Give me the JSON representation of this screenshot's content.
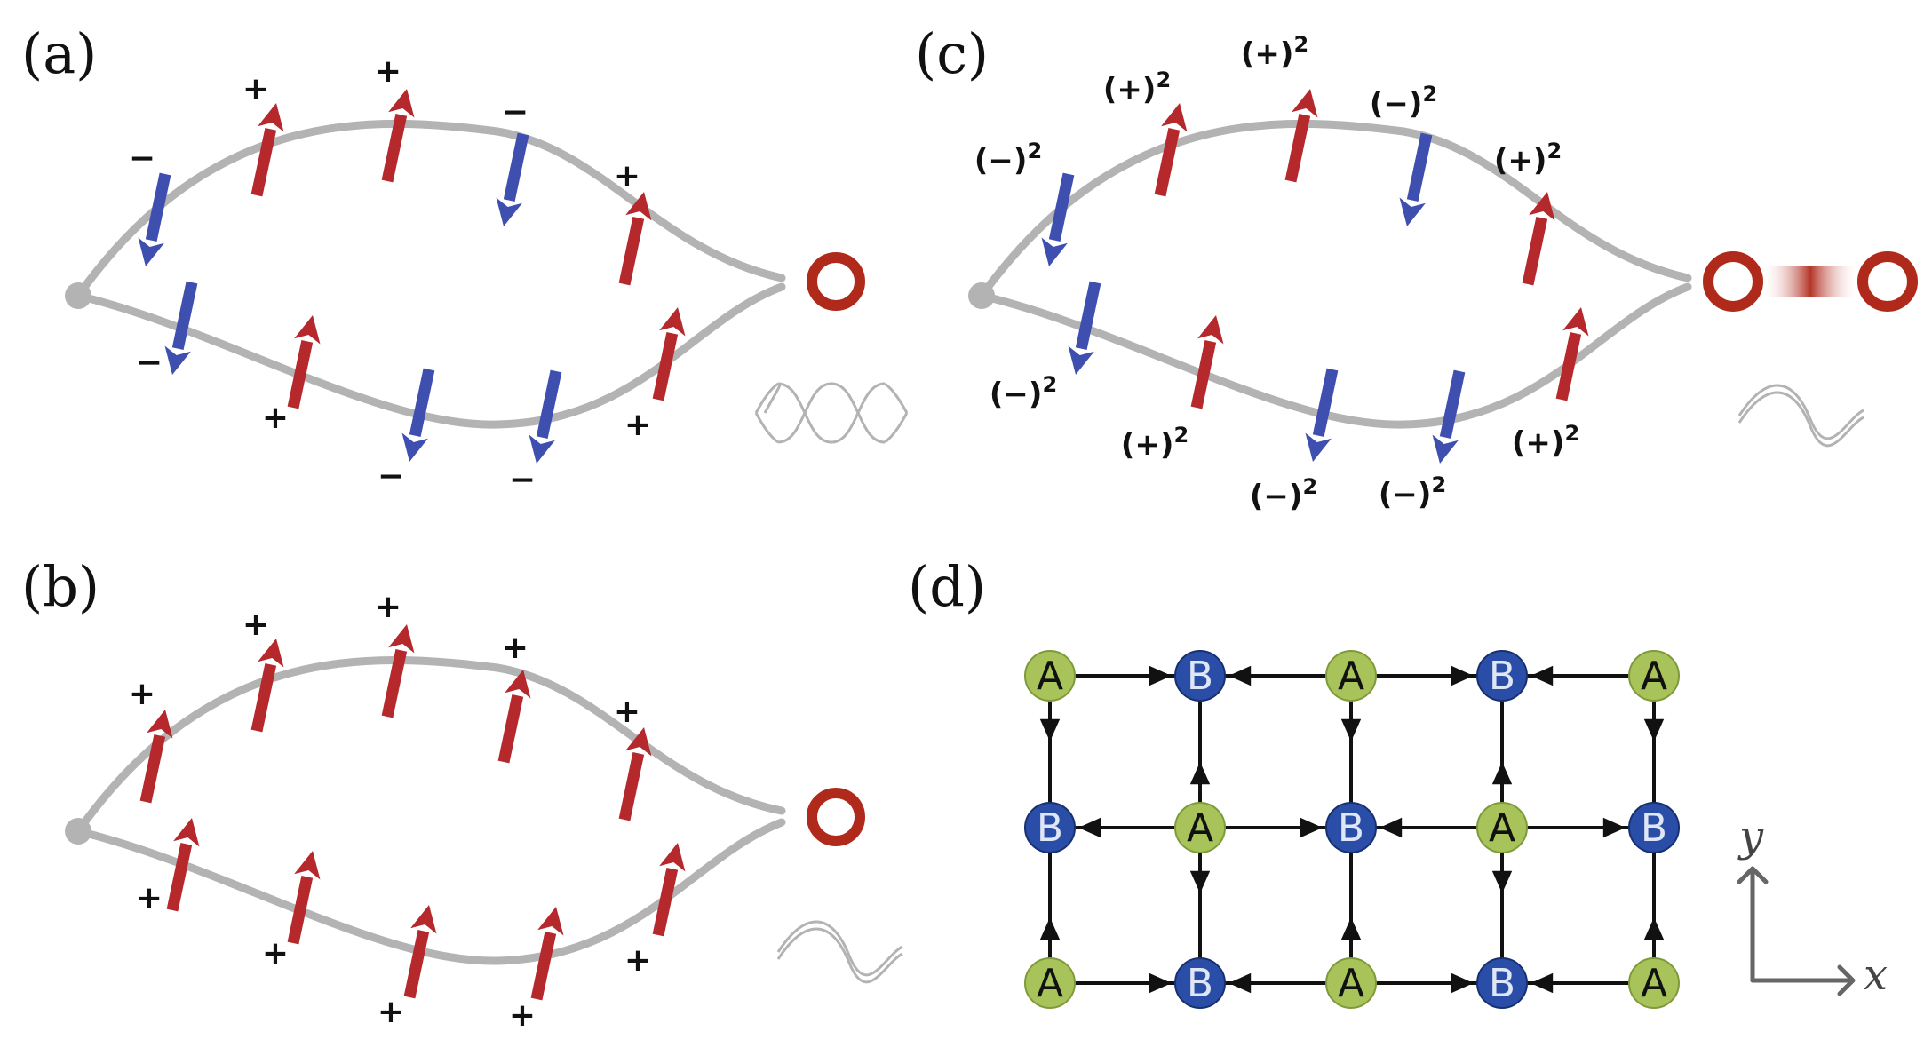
{
  "panels": {
    "a": {
      "label": "(a)",
      "upper_path": [
        {
          "sign": "−",
          "spin": "down"
        },
        {
          "sign": "+",
          "spin": "up"
        },
        {
          "sign": "+",
          "spin": "up"
        },
        {
          "sign": "−",
          "spin": "down"
        },
        {
          "sign": "+",
          "spin": "up"
        }
      ],
      "lower_path": [
        {
          "sign": "−",
          "spin": "down"
        },
        {
          "sign": "+",
          "spin": "up"
        },
        {
          "sign": "−",
          "spin": "down"
        },
        {
          "sign": "−",
          "spin": "down"
        },
        {
          "sign": "+",
          "spin": "up"
        }
      ],
      "wave_icon": "cancelling-waves-icon"
    },
    "b": {
      "label": "(b)",
      "upper_path": [
        {
          "sign": "+",
          "spin": "up"
        },
        {
          "sign": "+",
          "spin": "up"
        },
        {
          "sign": "+",
          "spin": "up"
        },
        {
          "sign": "+",
          "spin": "up"
        },
        {
          "sign": "+",
          "spin": "up"
        }
      ],
      "lower_path": [
        {
          "sign": "+",
          "spin": "up"
        },
        {
          "sign": "+",
          "spin": "up"
        },
        {
          "sign": "+",
          "spin": "up"
        },
        {
          "sign": "+",
          "spin": "up"
        },
        {
          "sign": "+",
          "spin": "up"
        }
      ],
      "wave_icon": "in-phase-waves-icon"
    },
    "c": {
      "label": "(c)",
      "upper_path": [
        {
          "sign": "(−)",
          "exp": "2",
          "spin": "down"
        },
        {
          "sign": "(+)",
          "exp": "2",
          "spin": "up"
        },
        {
          "sign": "(+)",
          "exp": "2",
          "spin": "up"
        },
        {
          "sign": "(−)",
          "exp": "2",
          "spin": "down"
        },
        {
          "sign": "(+)",
          "exp": "2",
          "spin": "up"
        }
      ],
      "lower_path": [
        {
          "sign": "(−)",
          "exp": "2",
          "spin": "down"
        },
        {
          "sign": "(+)",
          "exp": "2",
          "spin": "up"
        },
        {
          "sign": "(−)",
          "exp": "2",
          "spin": "down"
        },
        {
          "sign": "(−)",
          "exp": "2",
          "spin": "down"
        },
        {
          "sign": "(+)",
          "exp": "2",
          "spin": "up"
        }
      ],
      "wave_icon": "in-phase-waves-icon"
    },
    "d": {
      "label": "(d)",
      "lattice": {
        "rows": [
          [
            "A",
            "B",
            "A",
            "B",
            "A"
          ],
          [
            "B",
            "A",
            "B",
            "A",
            "B"
          ],
          [
            "A",
            "B",
            "A",
            "B",
            "A"
          ]
        ]
      },
      "axes": {
        "x": "x",
        "y": "y"
      }
    }
  },
  "colors": {
    "spin_up": "#b5282c",
    "spin_down": "#3e4fb0",
    "path": "#b3b3b3",
    "hole": "#b02a1c",
    "site_A": "#a8c35a",
    "site_B": "#2a4ea8"
  }
}
